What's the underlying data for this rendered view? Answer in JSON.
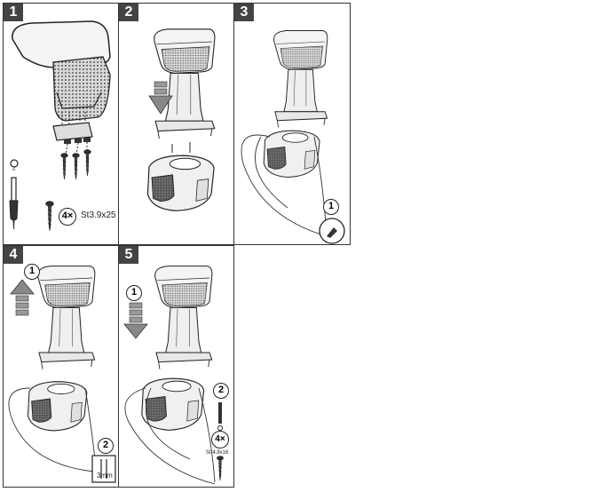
{
  "panels": [
    {
      "number": "1"
    },
    {
      "number": "2"
    },
    {
      "number": "3",
      "callout": "1"
    },
    {
      "number": "4",
      "arrow_callout": "1",
      "callout": "2",
      "measure": "3mm"
    },
    {
      "number": "5",
      "arrow_callout": "1",
      "callout": "2",
      "count": "4×",
      "screw_spec": "St 4,8x16"
    }
  ],
  "step1": {
    "count": "4×",
    "screw_spec": "St3.9x25"
  }
}
